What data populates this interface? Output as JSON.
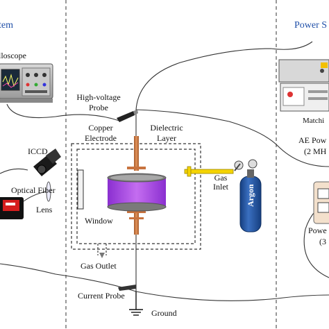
{
  "sections": {
    "left_title": "tem",
    "right_title": "Power S"
  },
  "labels": {
    "oscilloscope": "lloscope",
    "hv_probe_1": "High-voltage",
    "hv_probe_2": "Probe",
    "copper_1": "Copper",
    "copper_2": "Electrode",
    "dielectric_1": "Dielectric",
    "dielectric_2": "Layer",
    "iccd": "ICCD",
    "optical_fiber": "Optical Fiber",
    "lens": "Lens",
    "window": "Window",
    "gas_inlet_1": "Gas",
    "gas_inlet_2": "Inlet",
    "argon": "Argon",
    "gas_outlet": "Gas Outlet",
    "current_probe": "Current Probe",
    "ground": "Ground",
    "matching": "Matchi",
    "ae_power_1": "AE Pow",
    "ae_power_2": "(2 MH",
    "power_1": "Powe",
    "power_2": "(3"
  },
  "colors": {
    "plasma": "#b04de8",
    "copper": "#c8733f",
    "cylinder": "#1d4f9a",
    "section_title": "#1f4fa8"
  }
}
